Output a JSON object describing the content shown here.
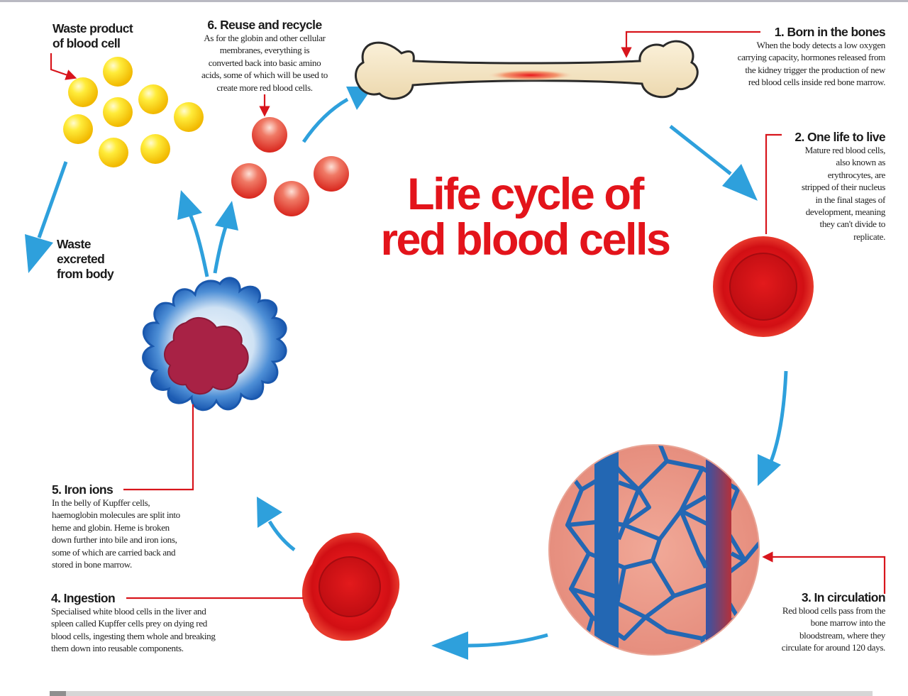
{
  "title": {
    "line1": "Life cycle of",
    "line2": "red blood cells"
  },
  "steps": [
    {
      "heading": "1. Born in the bones",
      "lines": [
        "When the body detects a low oxygen",
        "carrying capacity, hormones released from",
        "the kidney trigger the production of new",
        "red blood cells inside red bone marrow."
      ]
    },
    {
      "heading": "2. One life to live",
      "lines": [
        "Mature red blood cells,",
        "also known as",
        "erythrocytes, are",
        "stripped of their nucleus",
        "in the final stages of",
        "development, meaning",
        "they can't divide to",
        "replicate."
      ]
    },
    {
      "heading": "3. In circulation",
      "lines": [
        "Red blood cells pass from the",
        "bone marrow into the",
        "bloodstream, where they",
        "circulate for around 120 days."
      ]
    },
    {
      "heading": "4. Ingestion",
      "lines": [
        "Specialised white blood cells in the liver and",
        "spleen called Kupffer cells prey on dying red",
        "blood cells, ingesting them whole and breaking",
        "them down into reusable components."
      ]
    },
    {
      "heading": "5. Iron ions",
      "lines": [
        "In the belly of Kupffer cells,",
        "haemoglobin molecules are split into",
        "heme and globin. Heme is broken",
        "down further into bile and iron ions,",
        "some of which are carried back and",
        "stored in bone marrow."
      ]
    },
    {
      "heading": "6. Reuse and recycle",
      "lines": [
        "As for the globin and other cellular",
        "membranes, everything is",
        "converted back into basic amino",
        "acids, some of which will be used to",
        "create more red blood cells."
      ]
    }
  ],
  "labels": {
    "waste_product": [
      "Waste product",
      "of blood cell"
    ],
    "waste_excreted": [
      "Waste",
      "excreted",
      "from body"
    ]
  },
  "colors": {
    "title_red": "#e3141b",
    "pointer_red": "#d8151c",
    "arrow_blue": "#2ea0dc",
    "cell_red": "#e0141a",
    "bone": "#f6e7c7",
    "vessel_blue": "#2367b3",
    "tissue_pink": "#e79a8a",
    "kupffer_blue": "#1f63b8",
    "nucleus_maroon": "#a82245",
    "waste_yellow": "#ffd400"
  }
}
